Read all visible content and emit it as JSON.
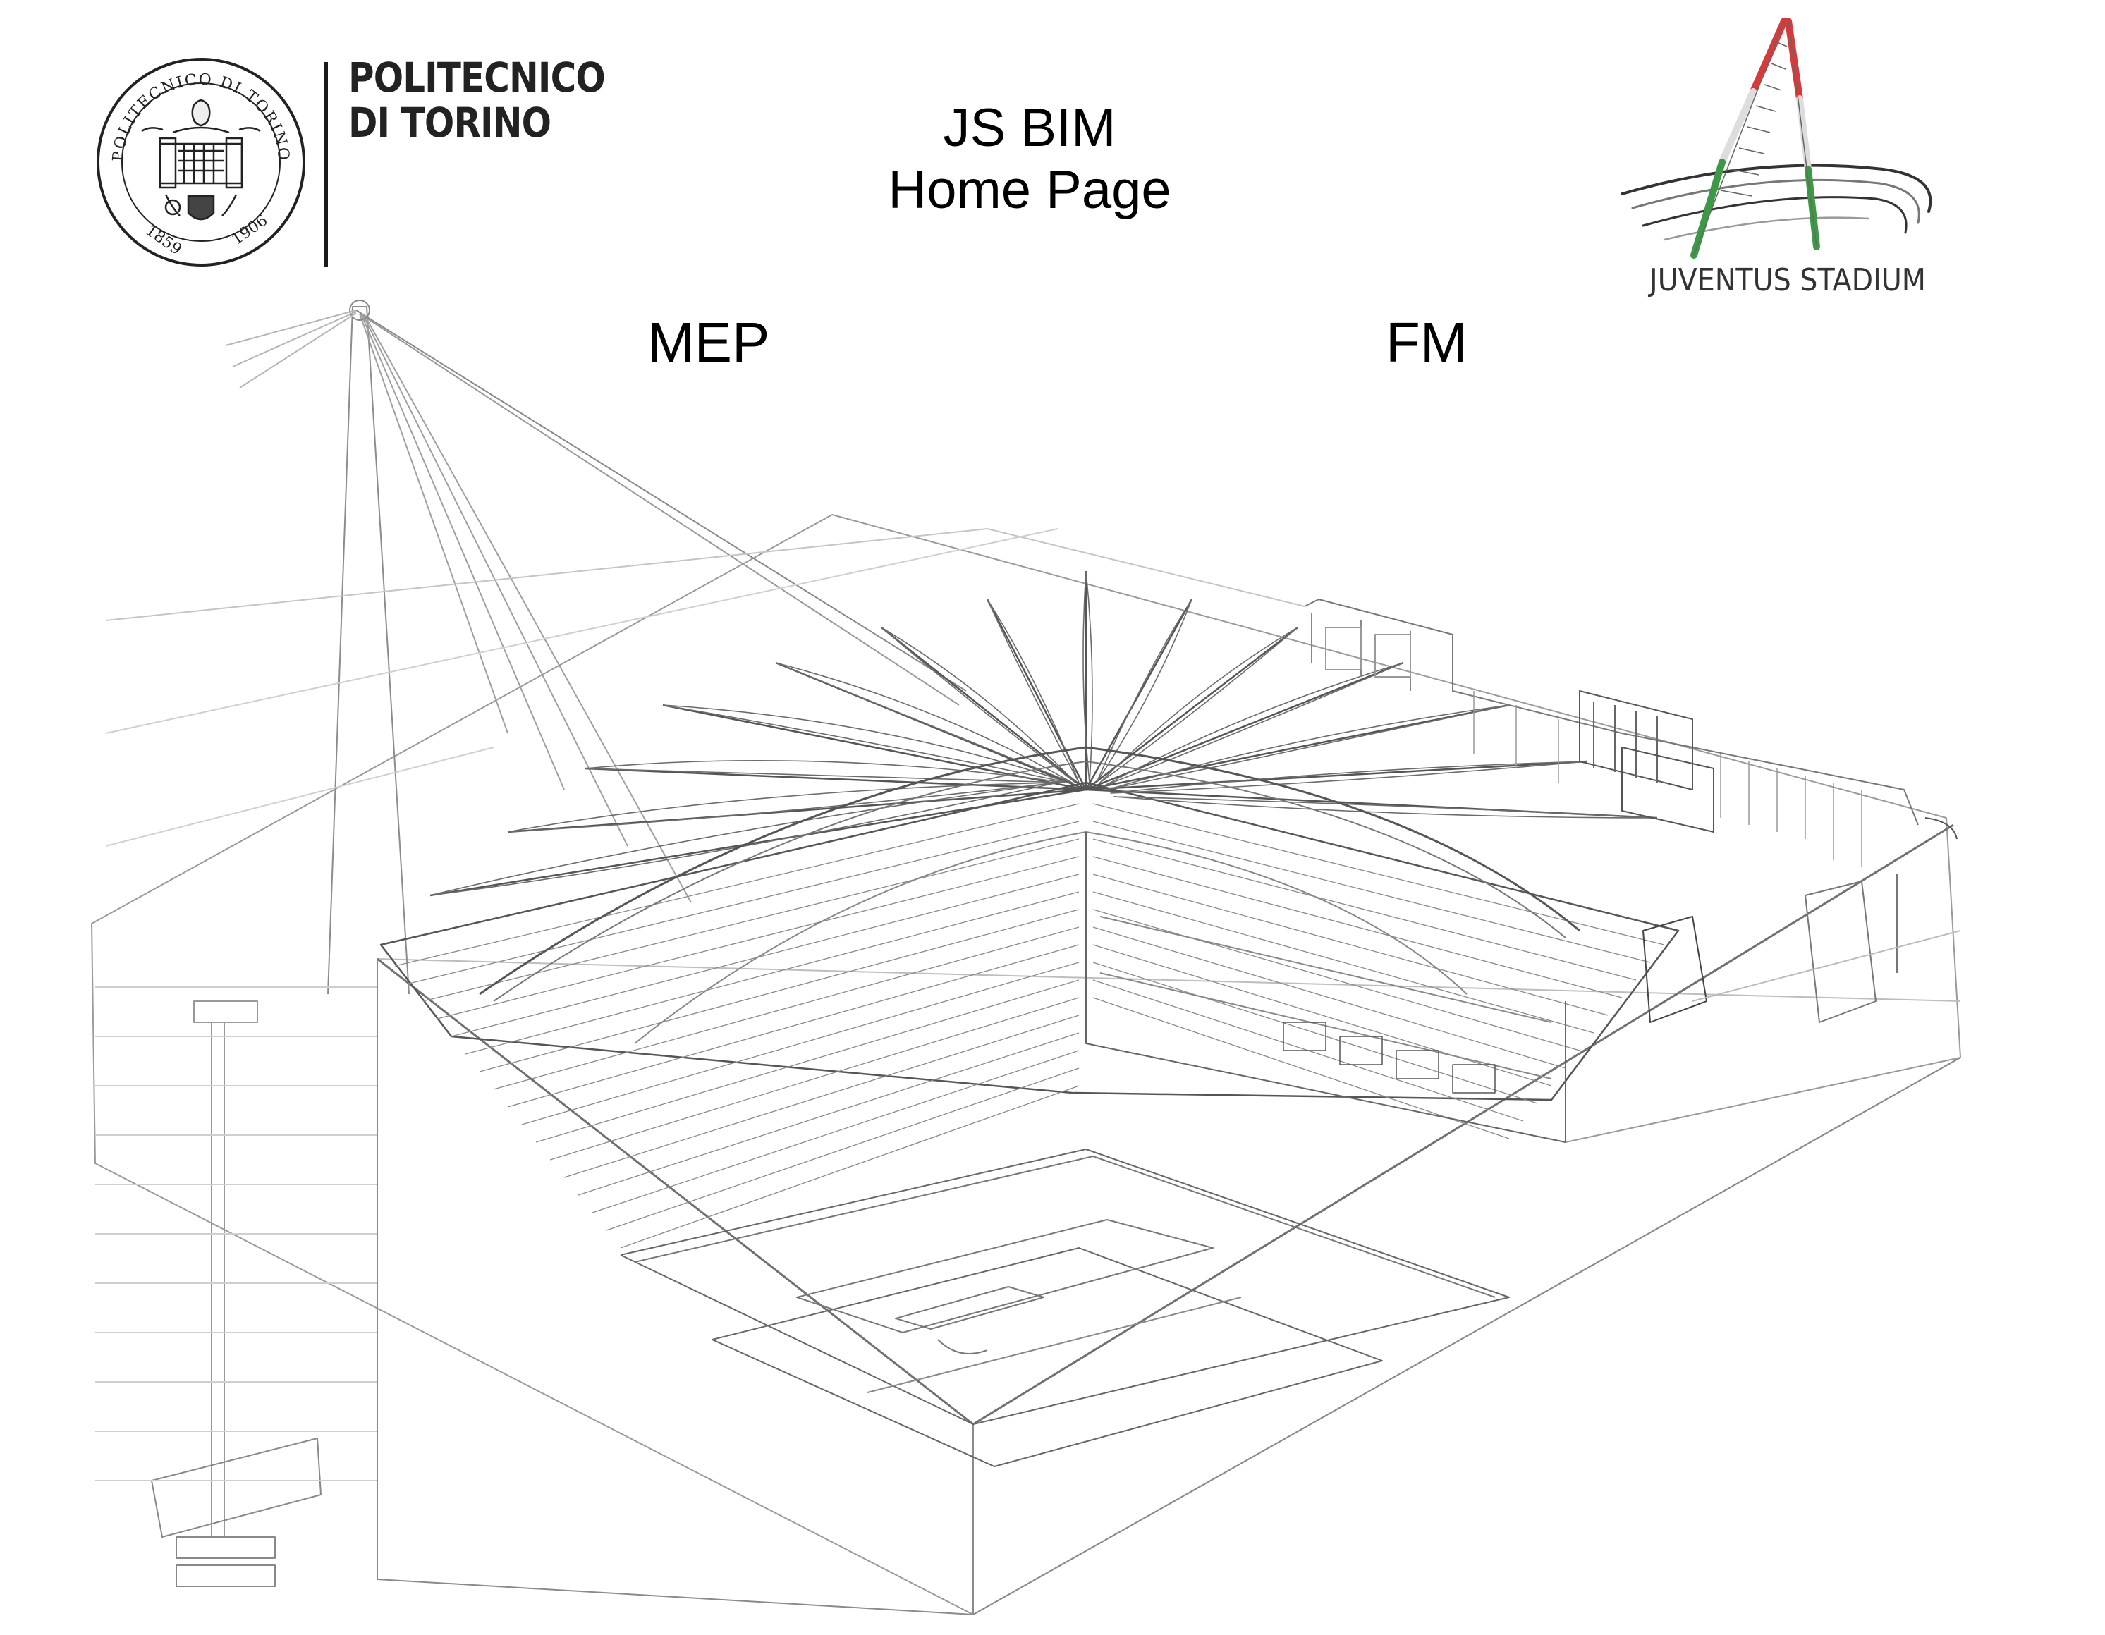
{
  "header": {
    "university_logo": {
      "name_line1": "POLITECNICO",
      "name_line2": "DI TORINO",
      "seal_text_top": "POLITECNICO DI TORINO",
      "seal_year_left": "1859",
      "seal_year_right": "1906",
      "icon": "university-seal"
    },
    "title_line1": "JS BIM",
    "title_line2": "Home Page",
    "stadium_logo": {
      "caption": "JUVENTUS STADIUM",
      "icon": "stadium-logo",
      "colors": {
        "green": "#3c9a45",
        "red": "#d83a3a",
        "gray": "#777777",
        "dark": "#333333"
      }
    }
  },
  "nav": {
    "mep_label": "MEP",
    "fm_label": "FM"
  },
  "drawing": {
    "icon": "stadium-isometric-drawing",
    "line_color": "#6e6e6e"
  }
}
